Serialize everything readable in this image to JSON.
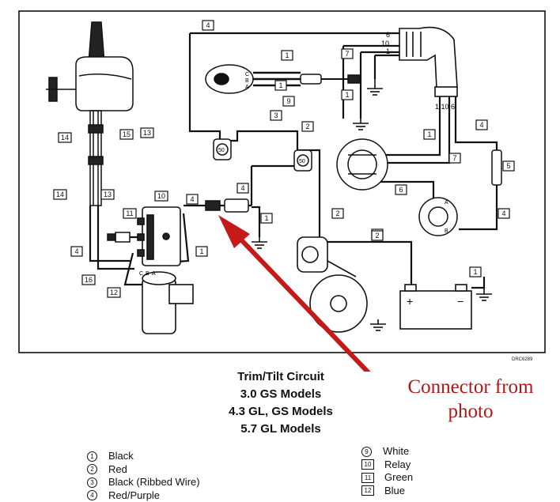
{
  "caption": {
    "line1": "Trim/Tilt Circuit",
    "line2": "3.0 GS Models",
    "line3": "4.3 GL, GS Models",
    "line4": "5.7 GL Models"
  },
  "drawing_code": "DRC6289",
  "annotation": {
    "line1": "Connector from",
    "line2": "photo",
    "color": "#b01818"
  },
  "diagram_labels": {
    "ign_pins": [
      "C",
      "B",
      "A"
    ],
    "plug_pins": [
      "6",
      "10",
      "1"
    ],
    "plug_pins_bottom": "1 10 6",
    "relay_pins": [
      "A",
      "B"
    ],
    "harness_pins": [
      "C",
      "B",
      "A"
    ],
    "gauge_50_a": "50",
    "gauge_50_b": "50",
    "battery_plus": "+",
    "battery_minus": "−",
    "wire_callouts": [
      "4",
      "1",
      "7",
      "1",
      "1",
      "9",
      "3",
      "1",
      "2",
      "50",
      "2",
      "4",
      "5",
      "14",
      "15",
      "13",
      "10",
      "11",
      "4",
      "4",
      "1",
      "7",
      "6",
      "2",
      "14",
      "13",
      "16",
      "4",
      "12",
      "2",
      "1",
      "4",
      "50"
    ]
  },
  "legend_left": [
    {
      "num": "1",
      "label": "Black"
    },
    {
      "num": "2",
      "label": "Red"
    },
    {
      "num": "3",
      "label": "Black (Ribbed Wire)"
    },
    {
      "num": "4",
      "label": "Red/Purple"
    }
  ],
  "legend_right": [
    {
      "num": "9",
      "label": "White"
    },
    {
      "num": "10",
      "label": "Relay"
    },
    {
      "num": "11",
      "label": "Green"
    },
    {
      "num": "12",
      "label": "Blue"
    }
  ]
}
